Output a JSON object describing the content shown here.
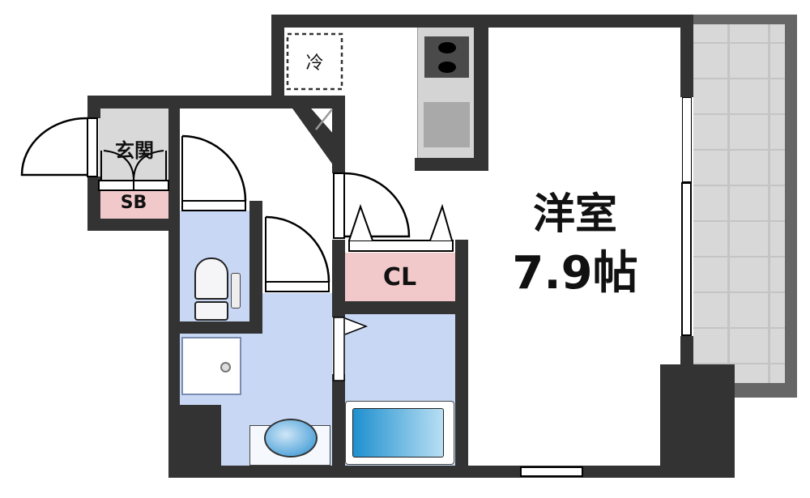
{
  "floorplan": {
    "rooms": {
      "genkan": {
        "label": "玄関"
      },
      "shoe_box": {
        "label": "SB"
      },
      "fridge": {
        "label": "冷"
      },
      "closet": {
        "label": "CL"
      },
      "western_room": {
        "label_line1": "洋室",
        "label_line2": "7.9帖"
      }
    },
    "colors": {
      "wall": "#333333",
      "wet_area": "#c8d8f4",
      "storage": "#f2c9cb",
      "entrance_floor": "#d9d9d9",
      "balcony": "#d8d8d8",
      "balcony_rail": "#666666",
      "kitchen": "#d4d4d4"
    }
  }
}
